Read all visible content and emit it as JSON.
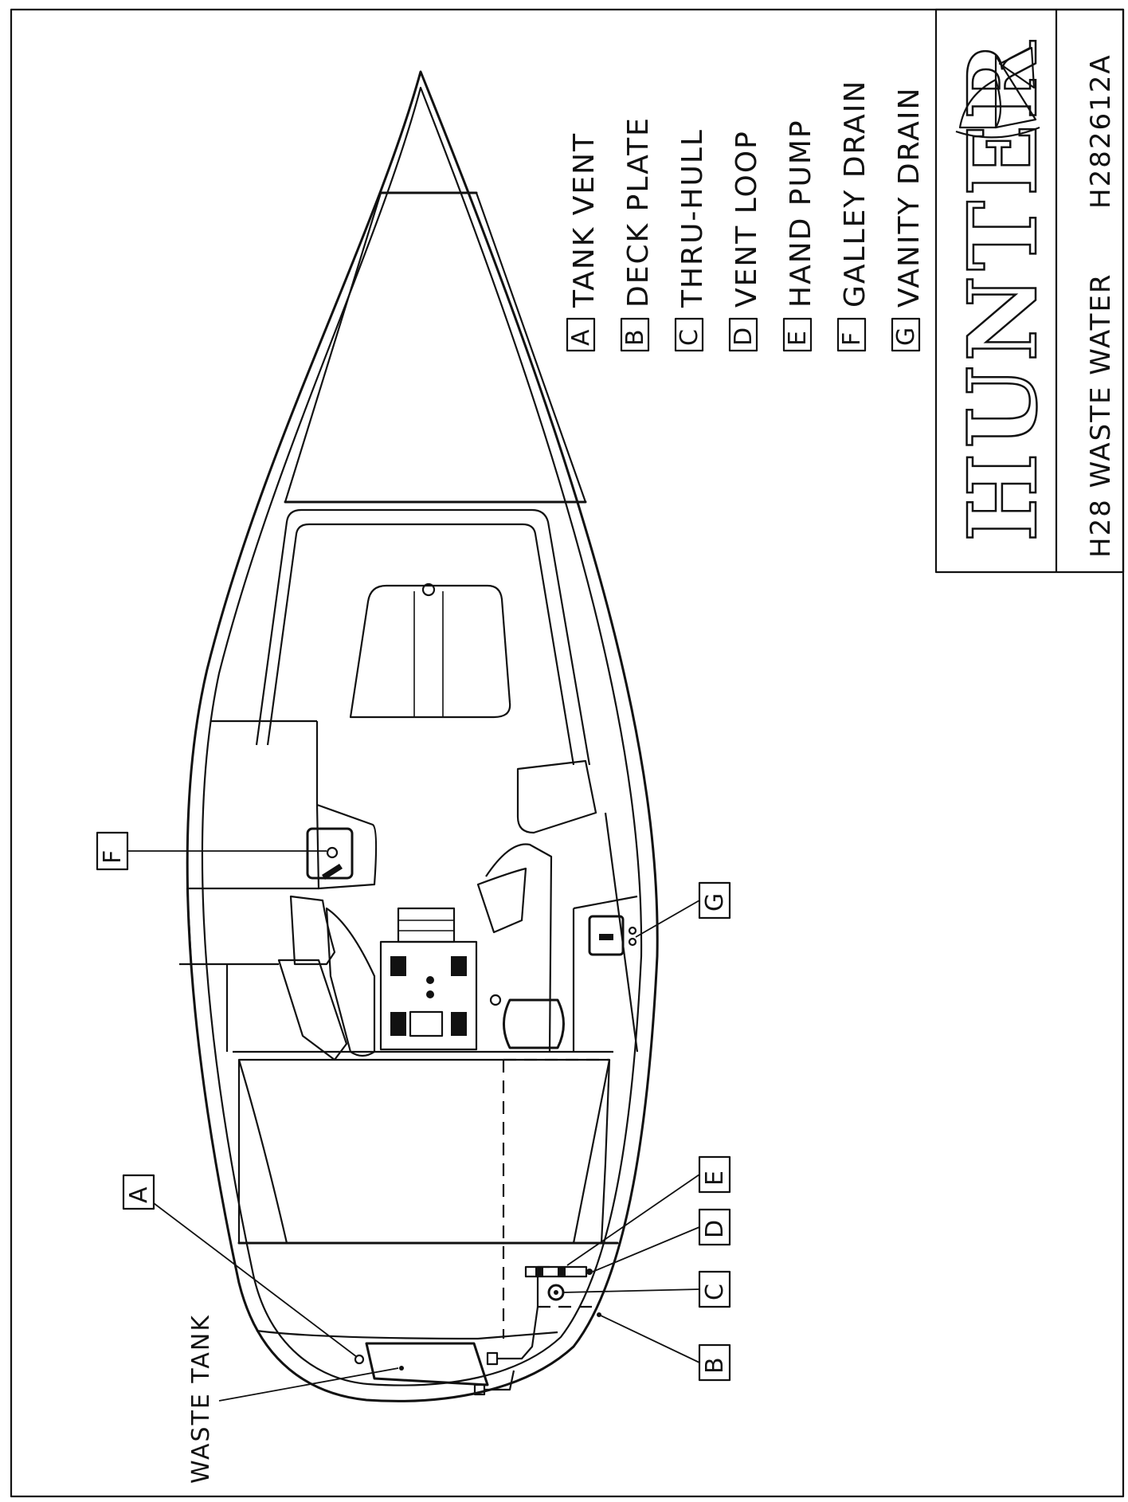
{
  "legend": {
    "items": [
      {
        "letter": "A",
        "text": "TANK VENT"
      },
      {
        "letter": "B",
        "text": "DECK PLATE"
      },
      {
        "letter": "C",
        "text": "THRU-HULL"
      },
      {
        "letter": "D",
        "text": "VENT LOOP"
      },
      {
        "letter": "E",
        "text": "HAND PUMP"
      },
      {
        "letter": "F",
        "text": "GALLEY DRAIN"
      },
      {
        "letter": "G",
        "text": "VANITY DRAIN"
      }
    ]
  },
  "title_block": {
    "brand": "HUNTER",
    "drawing_title": "H28 WASTE WATER",
    "drawing_number": "H282612A"
  },
  "callouts": {
    "a": "A",
    "b": "B",
    "c": "C",
    "d": "D",
    "e": "E",
    "f": "F",
    "g": "G",
    "waste_tank": "WASTE TANK"
  }
}
